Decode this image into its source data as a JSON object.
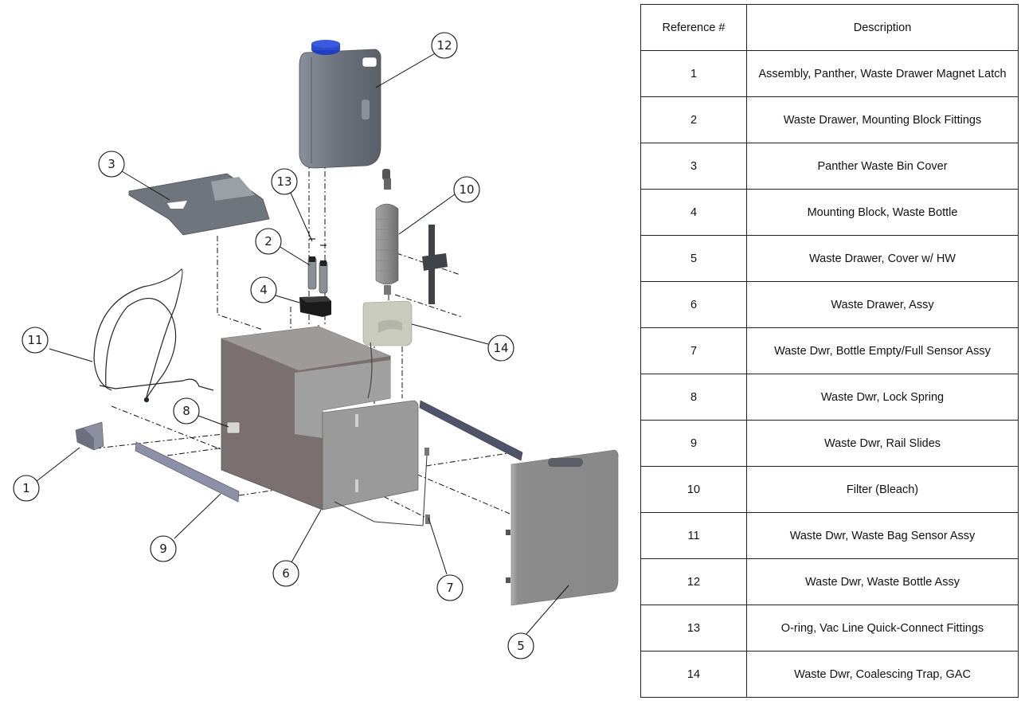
{
  "table": {
    "headers": {
      "ref": "Reference #",
      "desc": "Description"
    },
    "rows": [
      {
        "ref": "1",
        "desc": "Assembly, Panther, Waste Drawer Magnet Latch"
      },
      {
        "ref": "2",
        "desc": "Waste Drawer, Mounting Block Fittings"
      },
      {
        "ref": "3",
        "desc": "Panther Waste Bin Cover"
      },
      {
        "ref": "4",
        "desc": "Mounting Block, Waste Bottle"
      },
      {
        "ref": "5",
        "desc": "Waste Drawer, Cover w/ HW"
      },
      {
        "ref": "6",
        "desc": "Waste Drawer, Assy"
      },
      {
        "ref": "7",
        "desc": "Waste Dwr, Bottle Empty/Full Sensor Assy"
      },
      {
        "ref": "8",
        "desc": "Waste Dwr, Lock Spring"
      },
      {
        "ref": "9",
        "desc": "Waste Dwr, Rail Slides"
      },
      {
        "ref": "10",
        "desc": "Filter (Bleach)"
      },
      {
        "ref": "11",
        "desc": "Waste Dwr, Waste Bag Sensor Assy"
      },
      {
        "ref": "12",
        "desc": "Waste Dwr, Waste Bottle Assy"
      },
      {
        "ref": "13",
        "desc": "O-ring, Vac Line Quick-Connect Fittings"
      },
      {
        "ref": "14",
        "desc": "Waste Dwr, Coalescing Trap, GAC"
      }
    ]
  },
  "callouts": {
    "c1": "1",
    "c2": "2",
    "c3": "3",
    "c4": "4",
    "c5": "5",
    "c6": "6",
    "c7": "7",
    "c8": "8",
    "c9": "9",
    "c10": "10",
    "c11": "11",
    "c12": "12",
    "c13": "13",
    "c14": "14"
  },
  "colors": {
    "cap_blue": "#1f3fbf",
    "part_gray": "#6e747c",
    "drawer_side": "#7a7070",
    "drawer_front": "#9a9a9a",
    "trap_beige": "#c9cbbd",
    "black_block": "#1b1b1b"
  }
}
